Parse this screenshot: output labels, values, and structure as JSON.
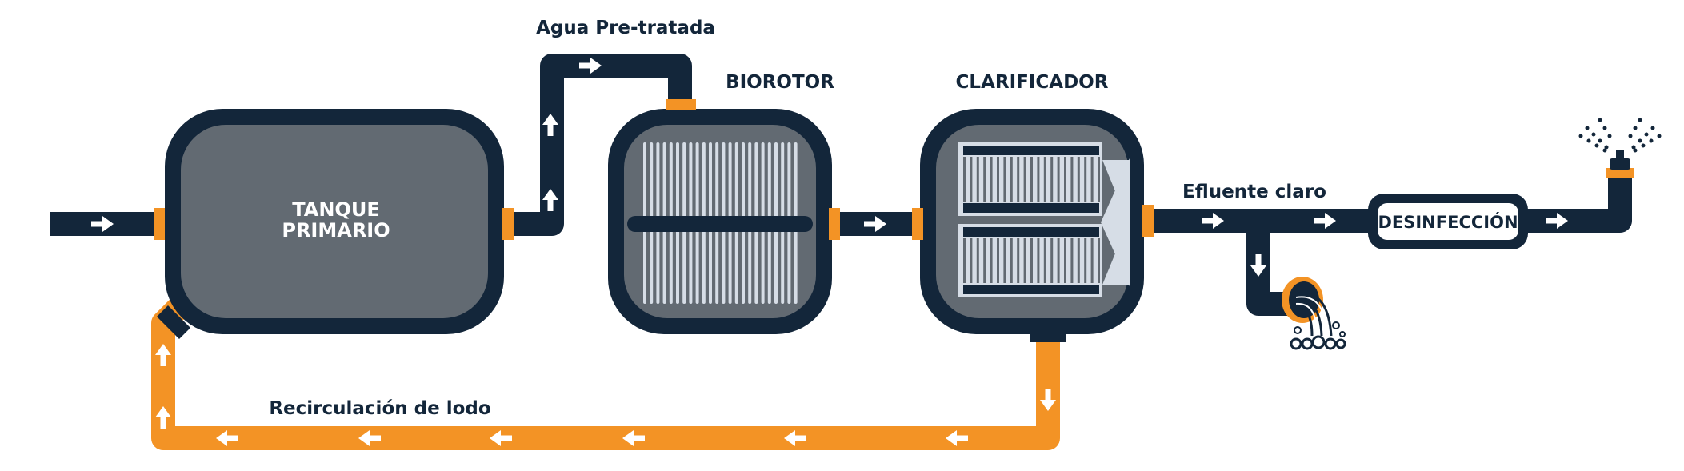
{
  "labels": {
    "pretreated_water": "Agua Pre-tratada",
    "biorotor": "BIOROTOR",
    "clarifier": "CLARIFICADOR",
    "primary_tank_line1": "TANQUE",
    "primary_tank_line2": "PRIMARIO",
    "clear_effluent": "Efluente claro",
    "disinfection": "DESINFECCIÓN",
    "sludge_recirculation": "Recirculación de lodo"
  },
  "colors": {
    "navy": "#13263a",
    "tank_gray": "#626a72",
    "sludge_orange": "#f39325",
    "disc_light": "#d6dde6",
    "white": "#ffffff"
  },
  "icons": {
    "flow_arrow": "arrow-icon",
    "discharge_outlet": "discharge-outlet-icon",
    "sprinkler": "sprinkler-icon"
  }
}
